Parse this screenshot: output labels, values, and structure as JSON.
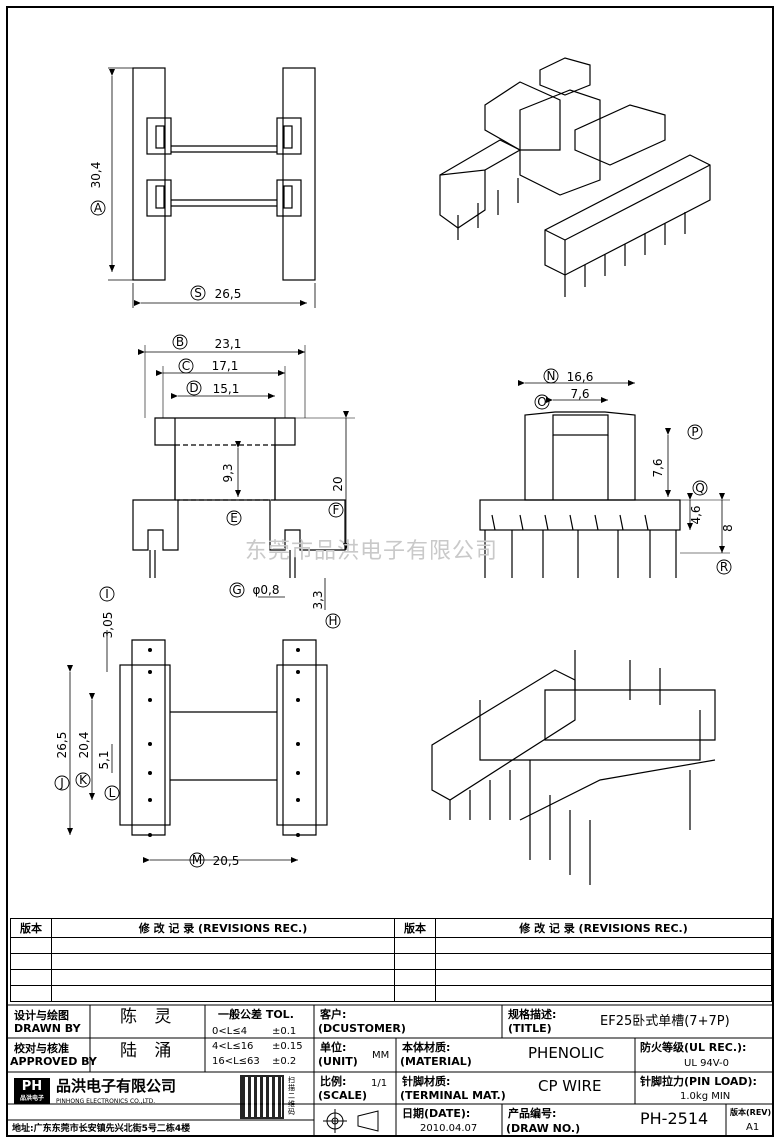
{
  "watermark": "东莞市品洪电子有限公司",
  "dims": {
    "A": "A",
    "A_val": "30,4",
    "S": "S",
    "S_val": "26,5",
    "B": "B",
    "B_val": "23,1",
    "C": "C",
    "C_val": "17,1",
    "D": "D",
    "D_val": "15,1",
    "E": "E",
    "E_val": "9,3",
    "F": "F",
    "F_val": "20",
    "G": "G",
    "G_val": "φ0,8",
    "H": "H",
    "H_val": "3,3",
    "N": "N",
    "N_val": "16,6",
    "O": "O",
    "O_val": "7,6",
    "P": "P",
    "P_val": "7,6",
    "Q": "Q",
    "Q_val": "4,6",
    "R": "R",
    "R_val": "8",
    "I": "I",
    "I_val": "3,05",
    "J": "J",
    "J_val": "26,5",
    "K": "K",
    "K_val": "20,4",
    "L": "L",
    "L_val": "5,1",
    "M": "M",
    "M_val": "20,5"
  },
  "revisions": {
    "col1": "版本",
    "col2": "修 改 记 录 (REVISIONS REC.)",
    "col3": "版本",
    "col4": "修 改 记 录 (REVISIONS REC.)"
  },
  "title_block": {
    "design_cn": "设计与绘图",
    "design_en": "DRAWN BY",
    "designer": "陈 灵",
    "check_cn": "校对与核准",
    "check_en": "APPROVED BY",
    "checker": "陆 涌",
    "tol_title": "一般公差 TOL.",
    "tol1_range": "0<L≤4",
    "tol1": "±0.1",
    "tol2_range": "4<L≤16",
    "tol2": "±0.15",
    "tol3_range": "16<L≤63",
    "tol3": "±0.2",
    "customer_cn": "客户:",
    "customer_en": "(DCUSTOMER)",
    "spec_cn": "规格描述:",
    "spec_en": "(TITLE)",
    "spec": "EF25卧式单槽(7+7P)",
    "unit_cn": "单位:",
    "unit_en": "(UNIT)",
    "unit": "MM",
    "material_cn": "本体材质:",
    "material_en": "(MATERIAL)",
    "material": "PHENOLIC",
    "fire_cn": "防火等级(UL REC.):",
    "fire": "UL 94V-0",
    "scale_cn": "比例:",
    "scale_en": "(SCALE)",
    "scale": "1/1",
    "pin_mat_cn": "针脚材质:",
    "pin_mat_en": "(TERMINAL MAT.)",
    "pin_mat": "CP WIRE",
    "pin_load_cn": "针脚拉力(PIN LOAD):",
    "pin_load": "1.0kg MIN",
    "date_cn": "日期(DATE):",
    "date": "2010.04.07",
    "drawno_cn": "产品编号:",
    "drawno_en": "(DRAW NO.)",
    "drawno": "PH-2514",
    "rev_cn": "版本(REV):",
    "rev": "A1",
    "company": "品洪电子有限公司",
    "company_en": "PINHONG ELECTRONICS CO.,LTD.",
    "address": "地址:广东东莞市长安镇先兴北街5号二栋4楼",
    "logo": "PH",
    "logo_sub": "品洪电子",
    "qr_text": "扫描二维码"
  }
}
